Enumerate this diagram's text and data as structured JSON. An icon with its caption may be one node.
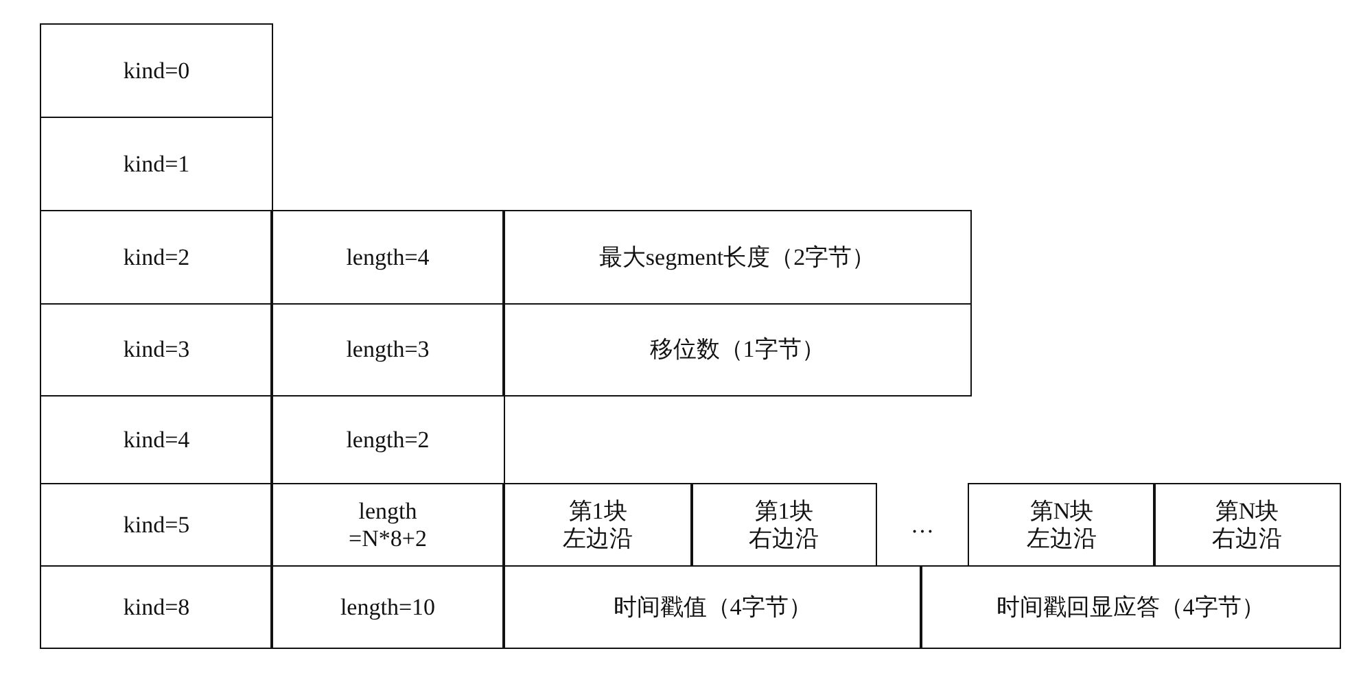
{
  "diagram": {
    "labels": [
      "kind=0",
      "kind=1",
      "kind=2",
      "length=4",
      "最大segment长度（2字节）",
      "kind=3",
      "length=3",
      "移位数（1字节）",
      "kind=4",
      "length=2",
      "kind=5",
      "length =N*8+2",
      "第1块左边沿",
      "第1块右边沿",
      "…",
      "第N块左边沿",
      "第N块右边沿",
      "kind=8",
      "length=10",
      "时间戳值（4字节）",
      "时间戳回显应答（4字节）"
    ]
  }
}
